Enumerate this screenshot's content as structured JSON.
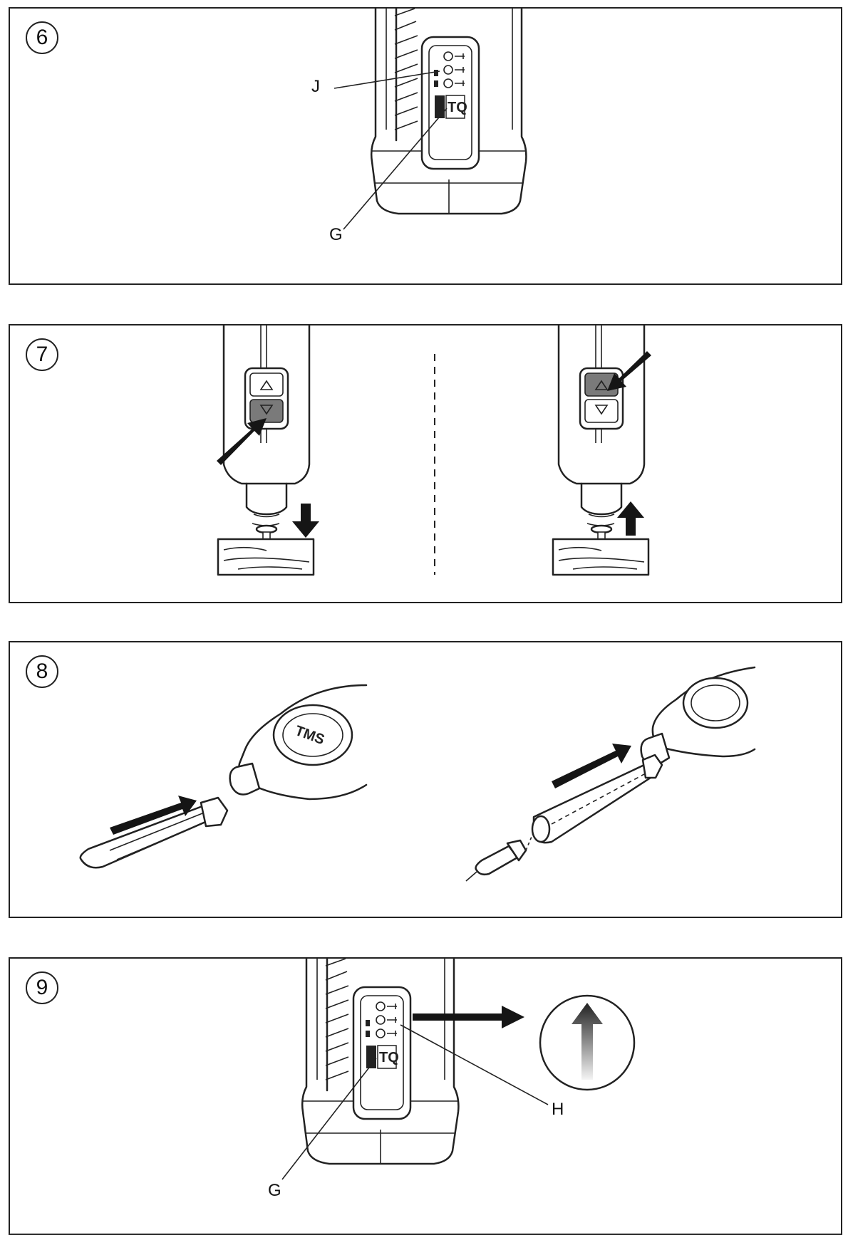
{
  "steps": [
    {
      "number": "6",
      "labels": {
        "j": "J",
        "g": "G"
      }
    },
    {
      "number": "7"
    },
    {
      "number": "8"
    },
    {
      "number": "9",
      "labels": {
        "h": "H",
        "g": "G"
      }
    }
  ],
  "device": {
    "torque_badge": "TQ",
    "brand": "TMS"
  },
  "colors": {
    "line": "#222222",
    "arrow": "#151515",
    "button_pressed": "#7a7a7a"
  }
}
